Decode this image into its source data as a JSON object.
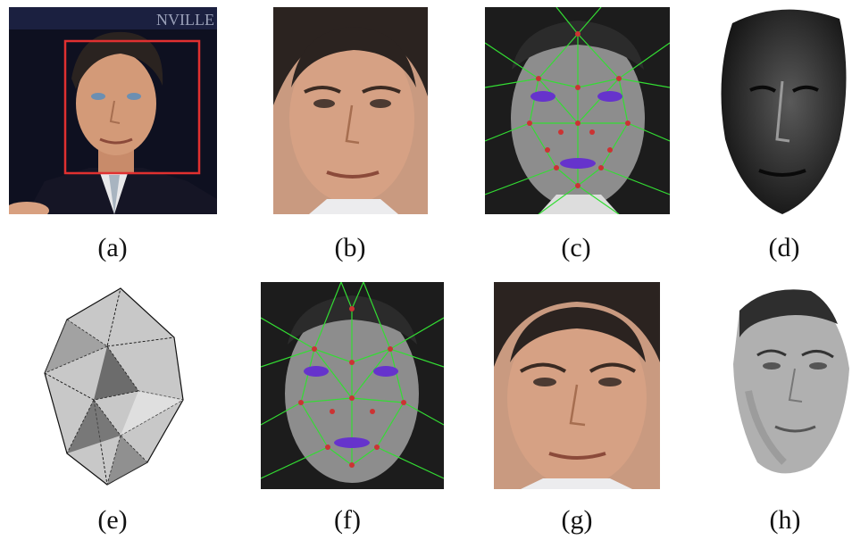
{
  "figure": {
    "panels": [
      {
        "id": "a",
        "label": "(a)",
        "content": "original photo with face detection box",
        "box_color": "#e03030"
      },
      {
        "id": "b",
        "label": "(b)",
        "content": "cropped face"
      },
      {
        "id": "c",
        "label": "(c)",
        "content": "face with landmark points and triangulation lines",
        "line_color": "#33dd33",
        "point_color": "#cc3333",
        "cluster_color": "#6633cc"
      },
      {
        "id": "d",
        "label": "(d)",
        "content": "dark 3D face model"
      },
      {
        "id": "e",
        "label": "(e)",
        "content": "grey triangulated wireframe mesh"
      },
      {
        "id": "f",
        "label": "(f)",
        "content": "face with refitted landmarks and triangulation",
        "line_color": "#33dd33"
      },
      {
        "id": "g",
        "label": "(g)",
        "content": "aligned frontal face"
      },
      {
        "id": "h",
        "label": "(h)",
        "content": "greyscale warped face texture"
      }
    ]
  }
}
